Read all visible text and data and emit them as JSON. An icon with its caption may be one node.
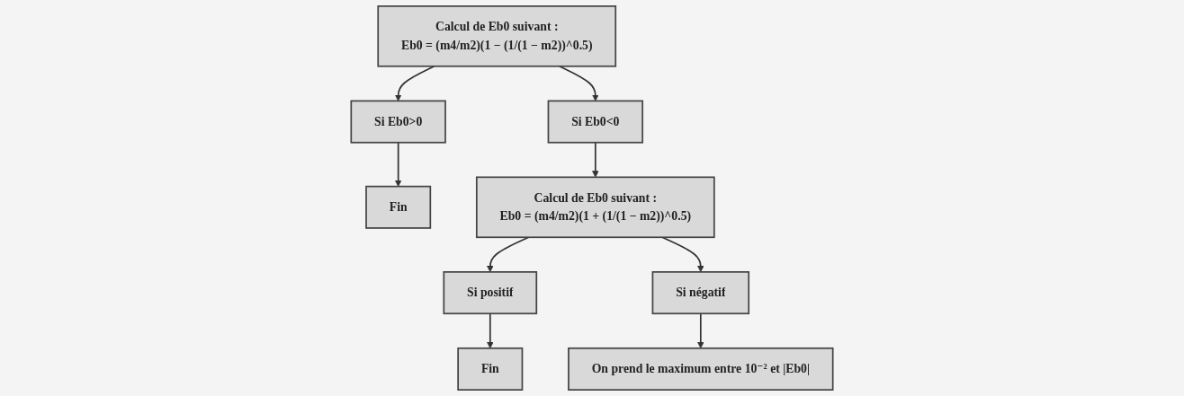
{
  "diagram": {
    "nodes": [
      {
        "text": [
          "Calcul de Eb0 suivant :",
          "Eb0 = (m4/m2)(1 − (1/(1 − m2))^0.5)"
        ]
      },
      {
        "text": [
          "Si Eb0>0"
        ]
      },
      {
        "text": [
          "Si Eb0<0"
        ]
      },
      {
        "text": [
          "Fin"
        ]
      },
      {
        "text": [
          "Calcul de Eb0 suivant :",
          "Eb0 = (m4/m2)(1 + (1/(1 − m2))^0.5)"
        ]
      },
      {
        "text": [
          "Si positif"
        ]
      },
      {
        "text": [
          "Si négatif"
        ]
      },
      {
        "text": [
          "Fin"
        ]
      },
      {
        "text": [
          "On prend le maximum entre 10⁻² et |Eb0|"
        ]
      }
    ],
    "edges": [
      {
        "from": 0,
        "to": 1,
        "arrow": "to"
      },
      {
        "from": 0,
        "to": 2,
        "arrow": "to"
      },
      {
        "from": 1,
        "to": 3,
        "arrow": "to"
      },
      {
        "from": 2,
        "to": 4,
        "arrow": "to"
      },
      {
        "from": 4,
        "to": 5,
        "arrow": "to"
      },
      {
        "from": 4,
        "to": 6,
        "arrow": "to"
      },
      {
        "from": 5,
        "to": 7,
        "arrow": "to"
      },
      {
        "from": 6,
        "to": 8,
        "arrow": "to"
      }
    ]
  }
}
